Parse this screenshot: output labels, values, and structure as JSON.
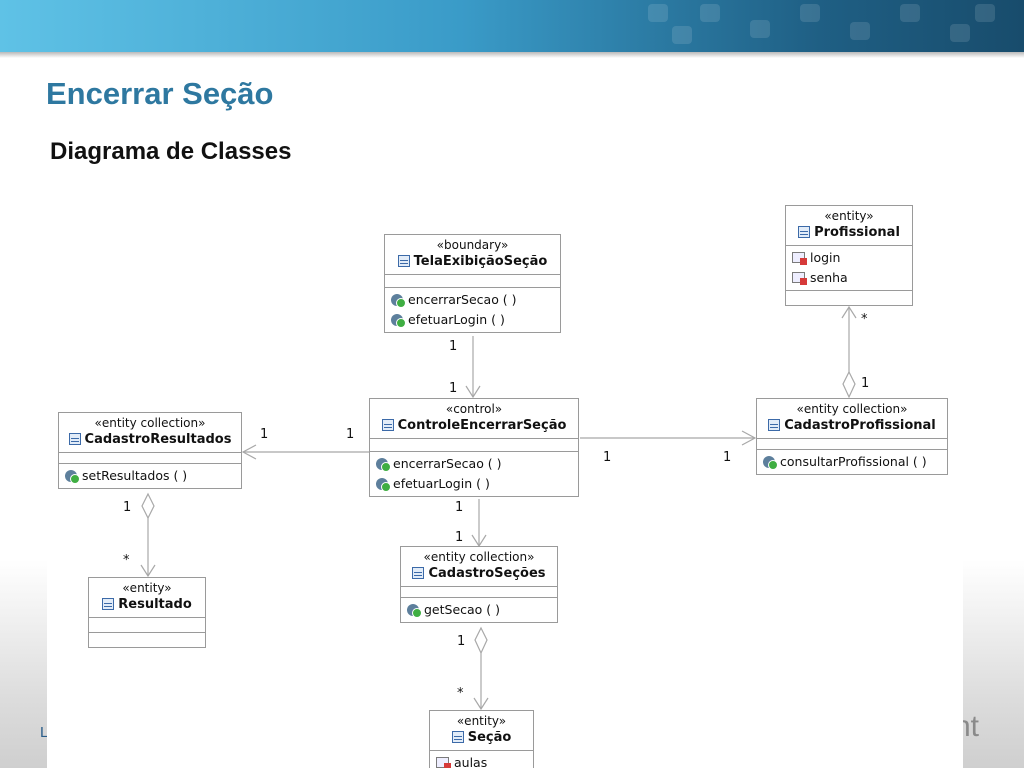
{
  "slide": {
    "title": "Encerrar Seção",
    "subtitle": "Diagrama de Classes",
    "footer_left": "L",
    "footer_right": "nt"
  },
  "classes": {
    "tela": {
      "stereotype": "«boundary»",
      "name": "TelaExibiçãoSeção",
      "ops": [
        "encerrarSecao ( )",
        "efetuarLogin ( )"
      ]
    },
    "controle": {
      "stereotype": "«control»",
      "name": "ControleEncerrarSeção",
      "ops": [
        "encerrarSecao ( )",
        "efetuarLogin ( )"
      ]
    },
    "profissional": {
      "stereotype": "«entity»",
      "name": "Profissional",
      "attrs": [
        "login",
        "senha"
      ]
    },
    "cadastro_profissional": {
      "stereotype": "«entity collection»",
      "name": "CadastroProfissional",
      "ops": [
        "consultarProfissional ( )"
      ]
    },
    "cadastro_resultados": {
      "stereotype": "«entity collection»",
      "name": "CadastroResultados",
      "ops": [
        "setResultados ( )"
      ]
    },
    "resultado": {
      "stereotype": "«entity»",
      "name": "Resultado"
    },
    "cadastro_secoes": {
      "stereotype": "«entity collection»",
      "name": "CadastroSeções",
      "ops": [
        "getSecao ( )"
      ]
    },
    "secao": {
      "stereotype": "«entity»",
      "name": "Seção",
      "attrs": [
        "aulas"
      ]
    }
  },
  "multiplicities": {
    "tela_ctrl_top": "1",
    "tela_ctrl_bottom": "1",
    "ctrl_res_left": "1",
    "ctrl_res_right": "1",
    "ctrl_prof_left": "1",
    "ctrl_prof_right": "1",
    "prof_star": "*",
    "prof_one": "1",
    "res_one": "1",
    "res_star": "*",
    "ctrl_sec_top": "1",
    "ctrl_sec_bottom": "1",
    "sec_one": "1",
    "sec_star": "*"
  },
  "colors": {
    "title": "#2e78a0",
    "line": "#a8a8a8",
    "border": "#9a9a9a"
  }
}
